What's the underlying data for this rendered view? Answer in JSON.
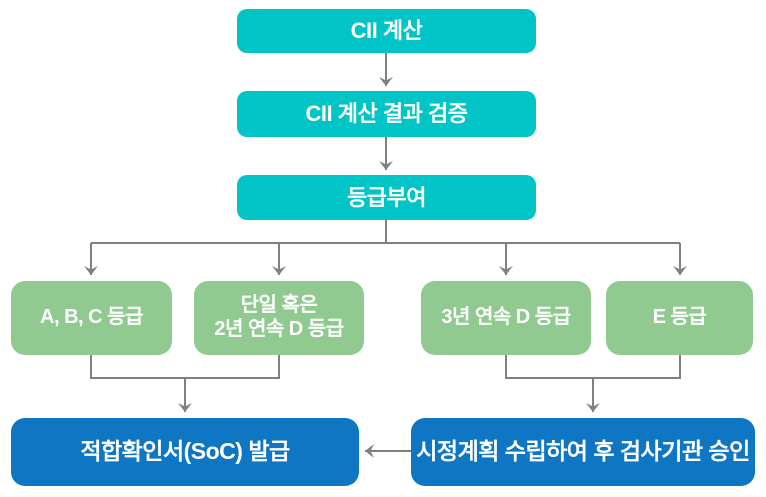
{
  "diagram": {
    "description": "CII rating and certification process flowchart",
    "nodes": {
      "cii_calc": {
        "label": "CII 계산"
      },
      "cii_verify": {
        "label": "CII 계산 결과 검증"
      },
      "grade_assign": {
        "label": "등급부여"
      },
      "grade_abc": {
        "label": "A, B, C 등급"
      },
      "grade_d_1or2yr": {
        "label": "단일 혹은\n2년 연속 D 등급"
      },
      "grade_d_3yr": {
        "label": "3년 연속 D 등급"
      },
      "grade_e": {
        "label": "E 등급"
      },
      "soc_issue": {
        "label": "적합확인서(SoC) 발급"
      },
      "corrective": {
        "label": "시정계획 수립하여 후 검사기관 승인"
      }
    },
    "colors": {
      "process_teal": "#00c4c6",
      "grade_green": "#90ca90",
      "result_blue": "#0f76c4",
      "connector_gray": "#808080",
      "text_white": "#ffffff"
    }
  }
}
